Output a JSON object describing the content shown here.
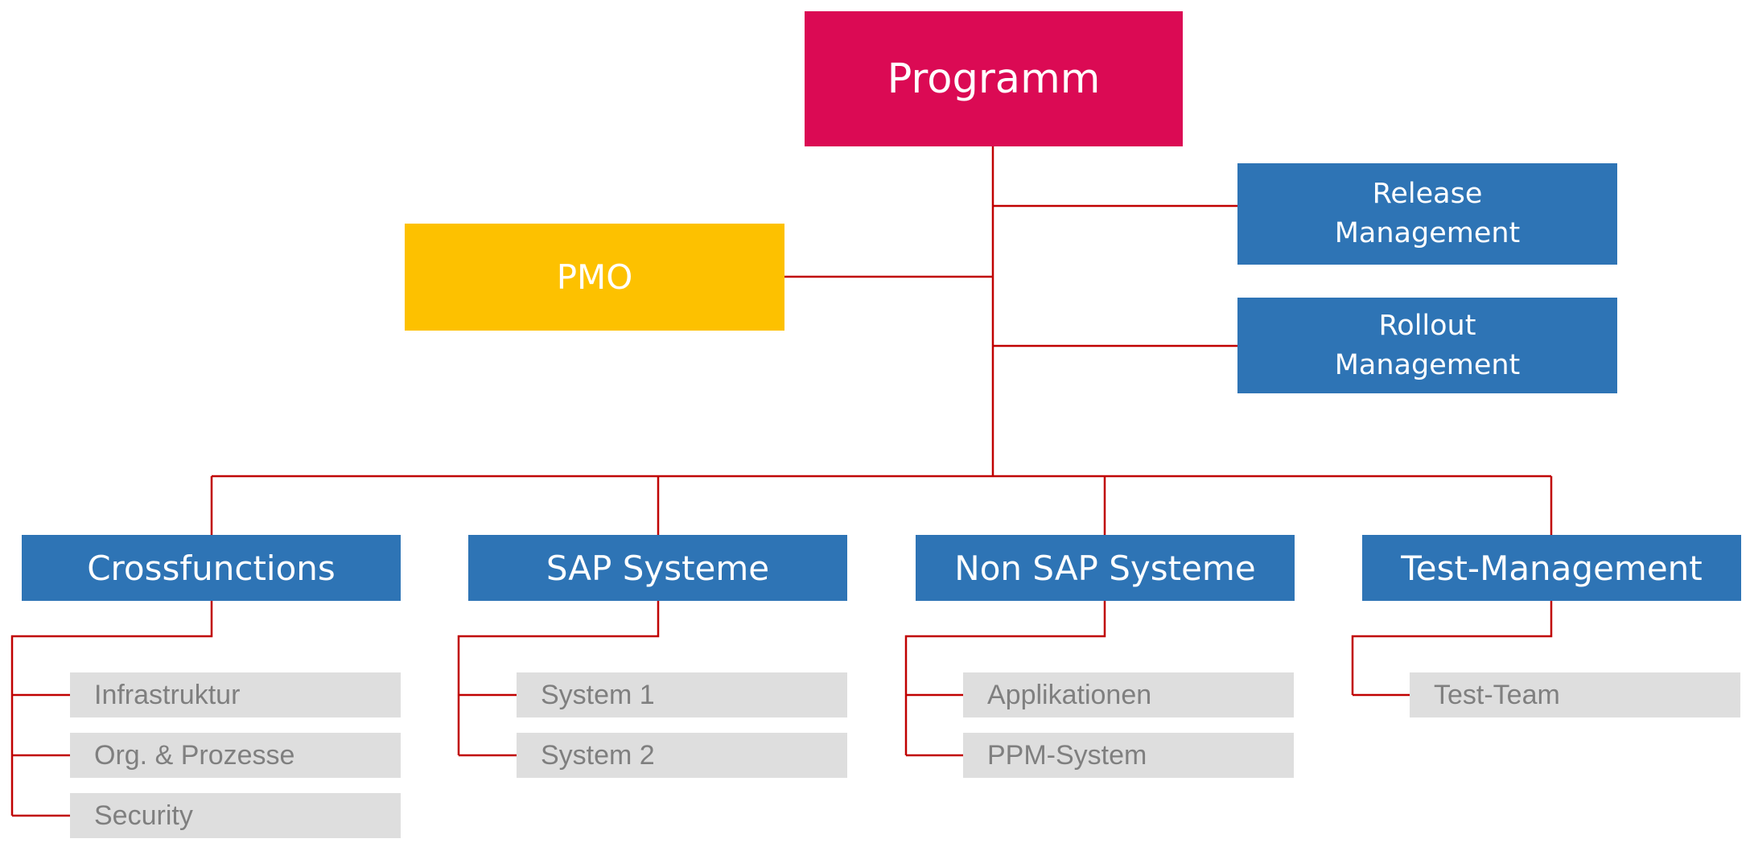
{
  "colors": {
    "root": "#db0a54",
    "pmo": "#fdc100",
    "blue": "#2e74b5",
    "sub_bg": "#dedede",
    "sub_text": "#7f7f7f",
    "line": "#c00000"
  },
  "root": {
    "label": "Programm"
  },
  "staff": {
    "pmo": "PMO",
    "release": "Release\nManagement",
    "rollout": "Rollout\nManagement"
  },
  "columns": [
    {
      "label": "Crossfunctions",
      "children": [
        "Infrastruktur",
        "Org. & Prozesse",
        "Security"
      ]
    },
    {
      "label": "SAP Systeme",
      "children": [
        "System 1",
        "System 2"
      ]
    },
    {
      "label": "Non SAP Systeme",
      "children": [
        "Applikationen",
        "PPM-System"
      ]
    },
    {
      "label": "Test-Management",
      "children": [
        "Test-Team"
      ]
    }
  ]
}
